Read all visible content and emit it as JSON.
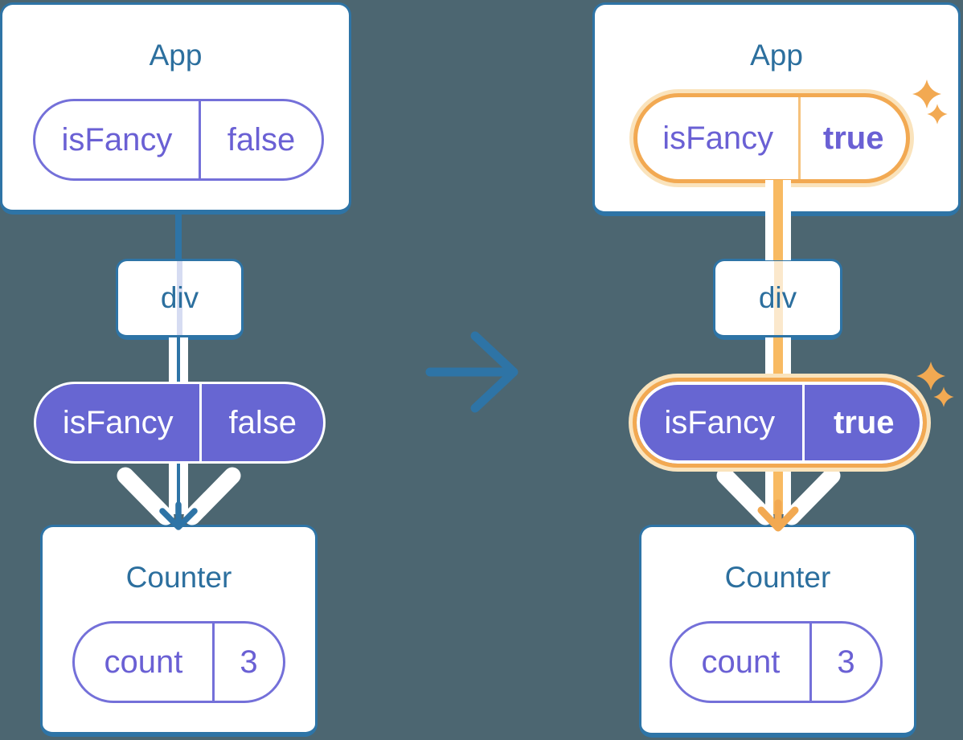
{
  "colors": {
    "background": "#4C6671",
    "blue": "#2E74A6",
    "title_blue": "#2C6F9E",
    "purple_fill": "#6766D2",
    "purple_border": "#7470D9",
    "purple_text": "#6A60D4",
    "orange": "#F2A952",
    "orange_core": "#F8BA62",
    "orange_divider": "#F6C27C",
    "peach_glow": "#FAE3BC",
    "faint_blue_line": "#D6DCF2",
    "faint_orange_line": "#FBE8CC"
  },
  "icons": {
    "transition_arrow": "right-arrow",
    "sparkle": "four-point-star",
    "flow_arrowhead": "down-chevron-arrow"
  },
  "left": {
    "app_title": "App",
    "app_prop_name": "isFancy",
    "app_prop_value": "false",
    "div_label": "div",
    "pill_prop_name": "isFancy",
    "pill_prop_value": "false",
    "counter_title": "Counter",
    "counter_state_name": "count",
    "counter_state_value": "3"
  },
  "right": {
    "app_title": "App",
    "app_prop_name": "isFancy",
    "app_prop_value": "true",
    "div_label": "div",
    "pill_prop_name": "isFancy",
    "pill_prop_value": "true",
    "counter_title": "Counter",
    "counter_state_name": "count",
    "counter_state_value": "3"
  }
}
